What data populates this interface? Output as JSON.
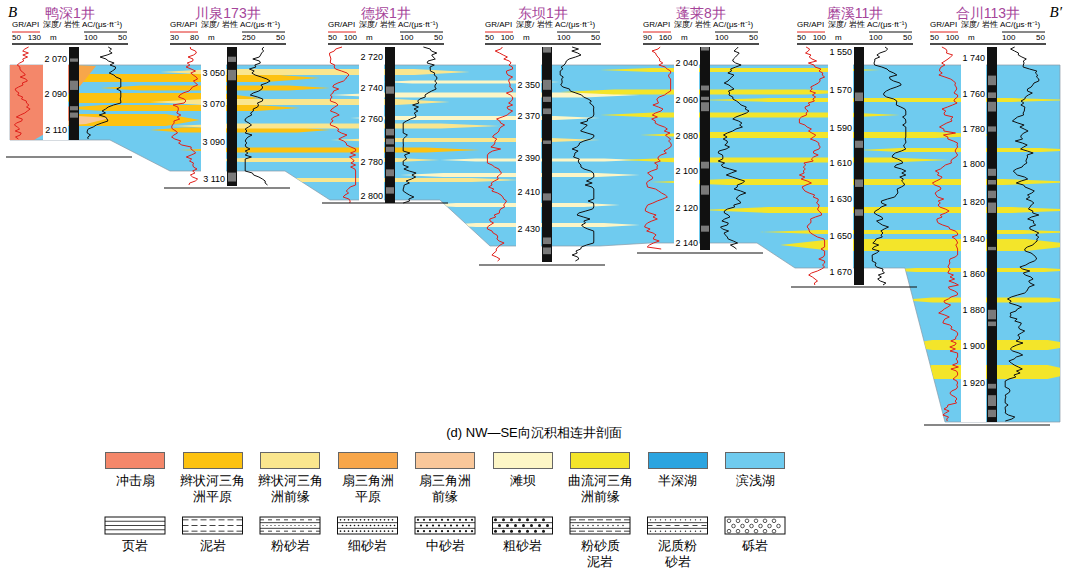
{
  "diagram": {
    "caption": "(d) NW—SE向沉积相连井剖面",
    "labels": [
      "B",
      "B′",
      "鸭深1井",
      "GR/API",
      "深度/",
      "岩性",
      "AC/(μs·ft⁻¹)",
      "50",
      "130",
      "m",
      "100",
      "50",
      "2 070",
      "2 090",
      "2 110",
      "川泉173井",
      "GR/API",
      "深度/",
      "岩性",
      "AC/(μs·ft⁻¹)",
      "30",
      "80",
      "m",
      "250",
      "50",
      "3 050",
      "3 070",
      "3 090",
      "3 110",
      "德探1井",
      "GR/API",
      "深度/",
      "岩性",
      "AC/(μs·ft⁻¹)",
      "50",
      "100",
      "m",
      "100",
      "50",
      "2 720",
      "2 740",
      "2 760",
      "2 780",
      "2 800",
      "东坝1井",
      "GR/API",
      "深度/",
      "岩性",
      "AC/(μs·ft⁻¹)",
      "50",
      "100",
      "m",
      "100",
      "50",
      "2 350",
      "2 370",
      "2 390",
      "2 410",
      "2 430",
      "蓬莱8井",
      "GR/API",
      "深度/",
      "岩性",
      "AC/(μs·ft⁻¹)",
      "90",
      "160",
      "m",
      "100",
      "50",
      "2 040",
      "2 060",
      "2 080",
      "2 100",
      "2 120",
      "2 140",
      "磨溪11井",
      "GR/API",
      "深度/",
      "岩性",
      "AC/(μs·ft⁻¹)",
      "50",
      "100",
      "m",
      "100",
      "50",
      "1 550",
      "1 570",
      "1 590",
      "1 610",
      "1 630",
      "1 650",
      "1 670",
      "合川113井",
      "GR/API",
      "深度/",
      "岩性",
      "AC/(μs·ft⁻¹)",
      "50",
      "100",
      "m",
      "100",
      "50",
      "1 740",
      "1 760",
      "1 780",
      "1 800",
      "1 820",
      "1 840",
      "1 860",
      "1 880",
      "1 900",
      "1 920"
    ],
    "legend": [
      {
        "text": "冲击扇",
        "color": "#f4876a"
      },
      {
        "text": "辫状河三角洲平原",
        "color": "#fdc210"
      },
      {
        "text": "辫状河三角洲前缘",
        "color": "#fae68e"
      },
      {
        "text": "扇三角洲平原",
        "color": "#f7a64a"
      },
      {
        "text": "扇三角洲前缘",
        "color": "#f9c79a"
      },
      {
        "text": "滩坝",
        "color": "#fdf6c6"
      },
      {
        "text": "曲流河三角洲前缘",
        "color": "#f3e52a"
      },
      {
        "text": "半深湖",
        "color": "#2ba4e0"
      },
      {
        "text": "滨浅湖",
        "color": "#6fcbef"
      },
      {
        "text": "页岩"
      },
      {
        "text": "泥岩"
      },
      {
        "text": "粉砂岩"
      },
      {
        "text": "细砂岩"
      },
      {
        "text": "中砂岩"
      },
      {
        "text": "粗砂岩"
      },
      {
        "text": "粉砂质泥岩"
      },
      {
        "text": "泥质粉砂岩"
      },
      {
        "text": "砾岩"
      }
    ]
  }
}
